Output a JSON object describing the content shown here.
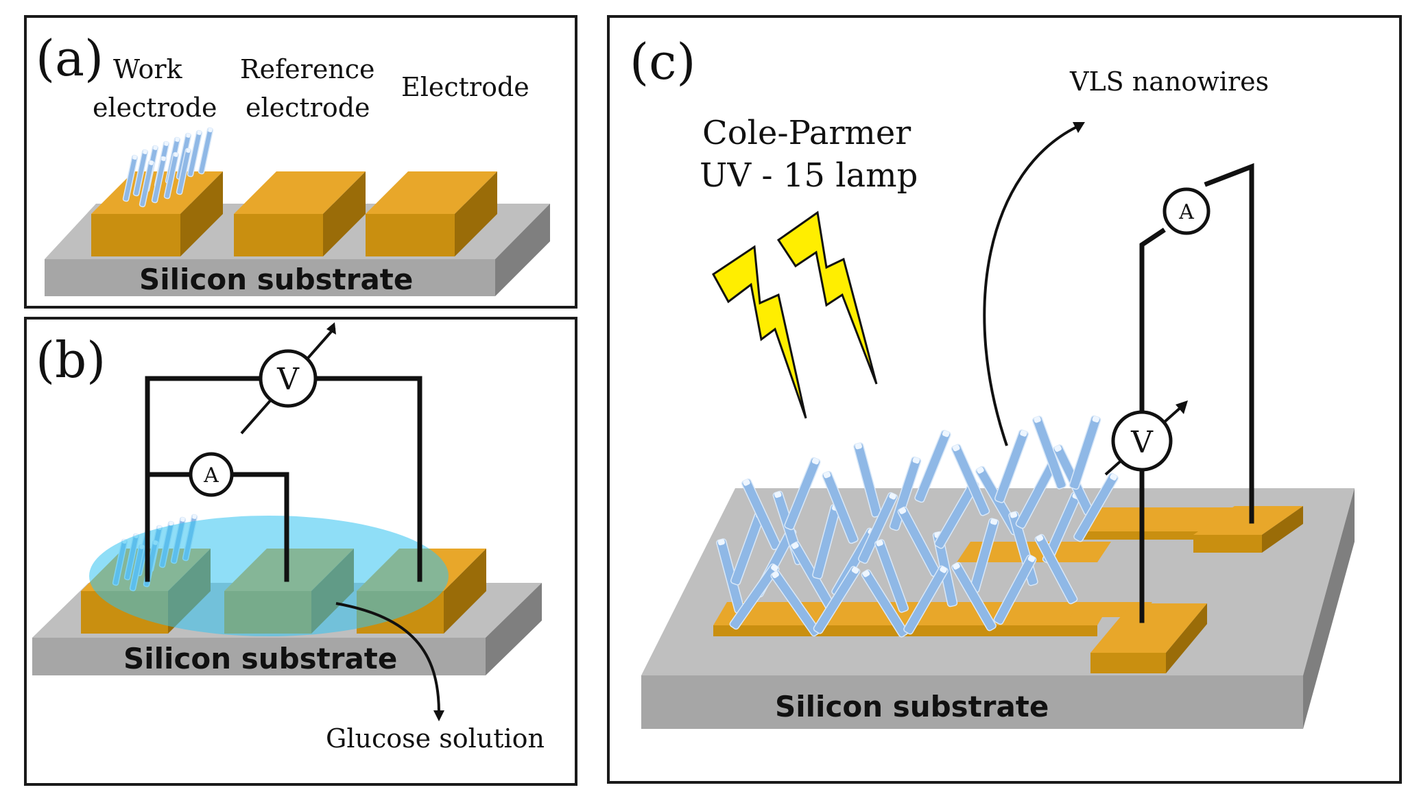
{
  "panels": {
    "a": {
      "label": "(a)",
      "electrodes": [
        "Work",
        "electrode",
        "Reference",
        "electrode",
        "Electrode"
      ],
      "substrate": "Silicon substrate"
    },
    "b": {
      "label": "(b)",
      "voltmeter": "V",
      "ammeter": "A",
      "substrate": "Silicon substrate",
      "solution": "Glucose solution"
    },
    "c": {
      "label": "(c)",
      "lamp_line1": "Cole-Parmer",
      "lamp_line2": "UV - 15 lamp",
      "nanowires": "VLS nanowires",
      "voltmeter": "V",
      "ammeter": "A",
      "substrate": "Silicon substrate"
    }
  },
  "colors": {
    "gold": "#e8a72a",
    "substrate": "#bfbfbf",
    "nanowire": "#8fb8e6",
    "solution": "#33c3f0",
    "lightning": "#ffee00"
  }
}
